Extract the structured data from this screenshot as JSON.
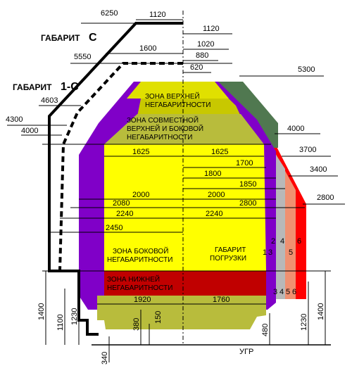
{
  "gabarit_c": {
    "label": "ГАБАРИТ",
    "letter": "С"
  },
  "gabarit_1c": {
    "label": "ГАБАРИТ",
    "letter": "1-С"
  },
  "zones": {
    "upper": [
      "ЗОНА ВЕРХНЕЙ",
      "НЕГАБАРИТНОСТИ"
    ],
    "combined": [
      "ЗОНА СОВМЕСТНОЙ",
      "ВЕРХНЕЙ И БОКОВОЙ",
      "НЕГАБАРИТНОСТИ"
    ],
    "side": [
      "ЗОНА БОКОВОЙ",
      "НЕГАБАРИТНОСТИ"
    ],
    "lower": [
      "ЗОНА НИЖНЕЙ",
      "НЕГАБАРИТНОСТИ"
    ],
    "loading": [
      "ГАБАРИТ",
      "ПОГРУЗКИ"
    ]
  },
  "heights": {
    "h6250": "6250",
    "h5550": "5550",
    "h5300": "5300",
    "h4603": "4603",
    "h4300": "4300",
    "h4000_left": "4000",
    "h4000_right": "4000",
    "h3700": "3700",
    "h3400": "3400",
    "h2800": "2800"
  },
  "widths": {
    "w1120_left": "1120",
    "w1120_right": "1120",
    "w1600": "1600",
    "w1020": "1020",
    "w880": "880",
    "w620": "620",
    "w1625_left": "1625",
    "w1625_right": "1625",
    "w1700": "1700",
    "w1800": "1800",
    "w1850": "1850",
    "w2000_left": "2000",
    "w2000_right": "2000",
    "w2080": "2080",
    "w2800": "2800",
    "w2240_left": "2240",
    "w2240_right": "2240",
    "w2450": "2450",
    "w1920": "1920",
    "w1760": "1760"
  },
  "bottom": {
    "d1400_left": "1400",
    "d1100": "1100",
    "d1230_left": "1230",
    "d380": "380",
    "d150": "150",
    "d340": "340",
    "d480": "480",
    "d1230_right": "1230",
    "d1400_right": "1400",
    "ugr": "УГР"
  },
  "degree_numbers": {
    "col1": "1",
    "col2": "2",
    "col3": "3",
    "col4": "4",
    "col5": "5",
    "col6": "6",
    "row_3": "3",
    "row_4": "4",
    "row_5": "5",
    "row_6": "6"
  },
  "colors": {
    "upper_zone": "#c8c800",
    "combined_zone": "#b8bc3c",
    "side_zone": "#8000c8",
    "loading_gauge": "#ffff00",
    "lower_zone": "#c00000",
    "degree_gray": "#b8b8b8",
    "degree_salmon": "#f09070",
    "degree_red": "#ff0000",
    "degree_green": "#507850"
  }
}
